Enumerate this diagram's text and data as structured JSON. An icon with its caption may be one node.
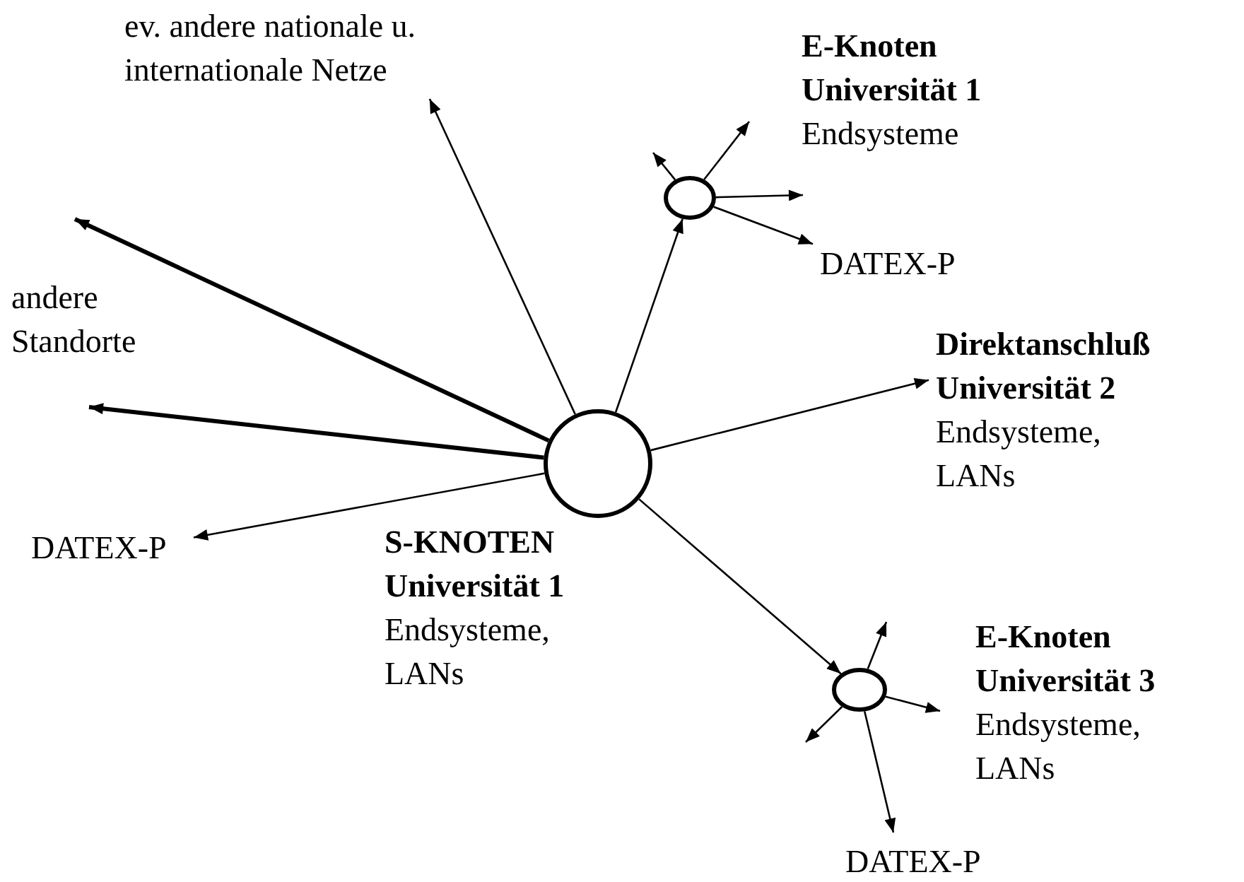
{
  "diagram": {
    "nodes": [
      {
        "text": [
          "ev. andere nationale u. internationale Netze"
        ]
      },
      {
        "text": [],
        "shape": "circle",
        "beside": [
          "E-Knoten Universität 1",
          "Endsysteme"
        ]
      },
      {
        "text": [
          "DATEX-P"
        ]
      },
      {
        "text": [
          "Direktanschluß Universität 2",
          "Endsysteme, LANs"
        ]
      },
      {
        "text": [],
        "shape": "circle",
        "beside": [
          "S-KNOTEN Universität 1",
          "Endsysteme, LANs"
        ]
      },
      {
        "text": [
          "DATEX-P"
        ]
      },
      {
        "text": [],
        "shape": "circle",
        "beside": [
          "E-Knoten Universität 3",
          "Endsysteme, LANs"
        ]
      },
      {
        "text": [
          "DATEX-P"
        ]
      }
    ],
    "edges": [
      {
        "from": 4,
        "to": 0,
        "arrow": "to"
      },
      {
        "from": 4,
        "to": 1,
        "arrow": "to"
      },
      {
        "from": 1,
        "to": null,
        "arrow": "to"
      },
      {
        "from": 1,
        "to": null,
        "arrow": "to"
      },
      {
        "from": 1,
        "to": null,
        "arrow": "to"
      },
      {
        "from": 1,
        "to": 2,
        "arrow": "to"
      },
      {
        "from": 4,
        "to": 3,
        "arrow": "to"
      },
      {
        "from": 4,
        "to": null,
        "arrow": "to",
        "style": "thick"
      },
      {
        "from": 4,
        "to": null,
        "arrow": "to",
        "style": "thick"
      },
      {
        "from": 4,
        "to": 5,
        "arrow": "to"
      },
      {
        "from": 4,
        "to": 6,
        "arrow": "to"
      },
      {
        "from": 6,
        "to": null,
        "arrow": "to"
      },
      {
        "from": 6,
        "to": null,
        "arrow": "to"
      },
      {
        "from": 6,
        "to": null,
        "arrow": "to"
      },
      {
        "from": 6,
        "to": 7,
        "arrow": "to"
      }
    ],
    "labels": [
      "andere Standorte"
    ]
  }
}
